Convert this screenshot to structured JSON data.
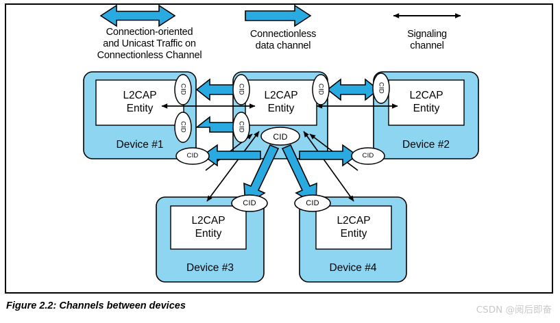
{
  "figure": {
    "caption": "Figure 2.2:  Channels between devices",
    "watermark": "CSDN @阅后即奋"
  },
  "legend": {
    "items": [
      {
        "id": "connection-oriented",
        "arrow_style": "thick-double-blue",
        "label_line1": "Connection-oriented",
        "label_line2": "and Unicast Traffic on",
        "label_line3": "Connectionless Channel"
      },
      {
        "id": "connectionless",
        "arrow_style": "thick-single-blue",
        "label_line1": "Connectionless",
        "label_line2": "data channel",
        "label_line3": ""
      },
      {
        "id": "signaling",
        "arrow_style": "thin-double-black",
        "label_line1": "Signaling",
        "label_line2": "channel",
        "label_line3": ""
      }
    ]
  },
  "devices": [
    {
      "id": "device-1",
      "name": "Device #1",
      "entity_line1": "L2CAP",
      "entity_line2": "Entity"
    },
    {
      "id": "device-center",
      "name": "",
      "entity_line1": "L2CAP",
      "entity_line2": "Entity"
    },
    {
      "id": "device-2",
      "name": "Device #2",
      "entity_line1": "L2CAP",
      "entity_line2": "Entity"
    },
    {
      "id": "device-3",
      "name": "Device #3",
      "entity_line1": "L2CAP",
      "entity_line2": "Entity"
    },
    {
      "id": "device-4",
      "name": "Device #4",
      "entity_line1": "L2CAP",
      "entity_line2": "Entity"
    }
  ],
  "cid_endpoints": [
    {
      "id": "cid-d1-top",
      "label": "CID",
      "orientation": "vertical"
    },
    {
      "id": "cid-d1-bottom",
      "label": "CID",
      "orientation": "vertical"
    },
    {
      "id": "cid-d1-bcast",
      "label": "CID",
      "orientation": "horizontal"
    },
    {
      "id": "cid-mid-left-top",
      "label": "CID",
      "orientation": "vertical"
    },
    {
      "id": "cid-mid-left-bot",
      "label": "CID",
      "orientation": "vertical"
    },
    {
      "id": "cid-mid-right",
      "label": "CID",
      "orientation": "vertical"
    },
    {
      "id": "cid-mid-bcast",
      "label": "CID",
      "orientation": "horizontal"
    },
    {
      "id": "cid-d2-left",
      "label": "CID",
      "orientation": "vertical"
    },
    {
      "id": "cid-d2-bcast",
      "label": "CID",
      "orientation": "horizontal"
    },
    {
      "id": "cid-d3",
      "label": "CID",
      "orientation": "horizontal"
    },
    {
      "id": "cid-d4",
      "label": "CID",
      "orientation": "horizontal"
    }
  ],
  "colors": {
    "device_fill": "#8ed5f2",
    "arrow_fill": "#29abe2",
    "entity_fill": "#ffffff",
    "stroke": "#000000",
    "frame": "#000000",
    "watermark": "#c9c9c9"
  }
}
